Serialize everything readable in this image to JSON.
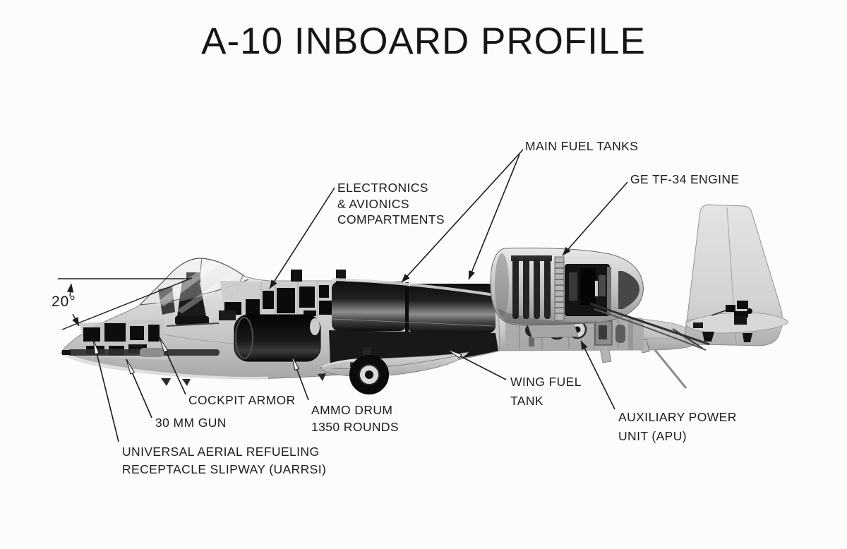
{
  "title": "A-10 INBOARD PROFILE",
  "annotations": {
    "angle": "20°",
    "main_fuel_tanks": "MAIN FUEL TANKS",
    "engine": "GE TF-34 ENGINE",
    "electronics": [
      "ELECTRONICS",
      "& AVIONICS",
      "COMPARTMENTS"
    ],
    "wing_fuel_tank": [
      "WING FUEL",
      "TANK"
    ],
    "apu": [
      "AUXILIARY POWER",
      "UNIT (APU)"
    ],
    "cockpit_armor": "COCKPIT ARMOR",
    "gun": "30 MM GUN",
    "ammo_drum": [
      "AMMO DRUM",
      "1350 ROUNDS"
    ],
    "uarrsi": [
      "UNIVERSAL AERIAL REFUELING",
      "RECEPTACLE SLIPWAY (UARRSI)"
    ]
  },
  "colors": {
    "paper": "#fcfcfb",
    "ink": "#1c1c1c",
    "airframe_light": "#d8d8d6",
    "cutaway_dark": "#141414"
  }
}
